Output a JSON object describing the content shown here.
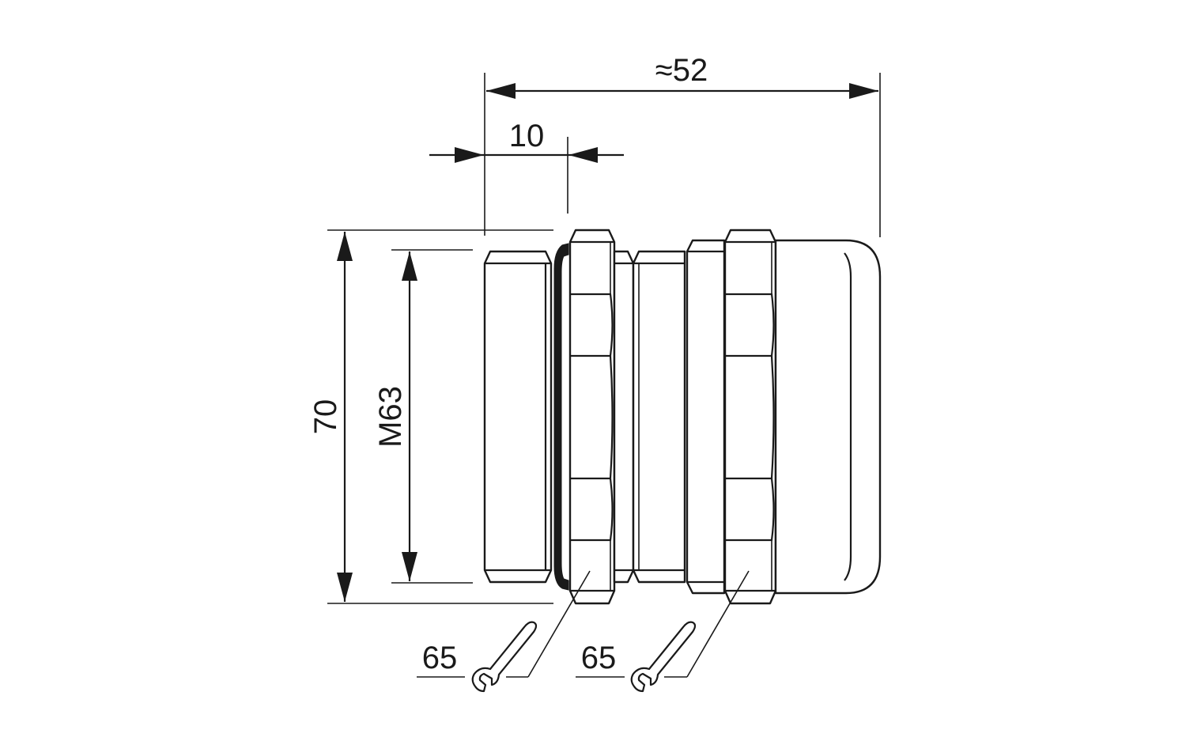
{
  "dimensions": {
    "overall_length": "≈52",
    "thread_length": "10",
    "outer_diameter": "70",
    "thread_size": "M63"
  },
  "wrench_sizes": {
    "body_nut": "65",
    "cap_nut": "65"
  },
  "colors": {
    "line": "#1a1a1a",
    "background": "#ffffff"
  }
}
